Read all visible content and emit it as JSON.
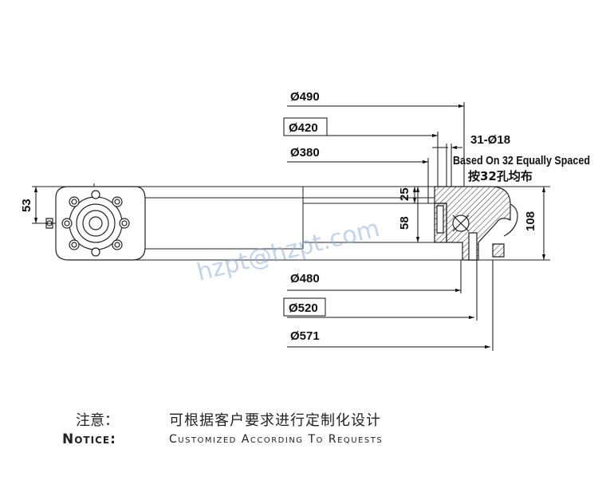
{
  "dimensions": {
    "d490": "Ø490",
    "d420": "Ø420",
    "d380": "Ø380",
    "holes": "31-Ø18",
    "holes_note_en": "Based On 32 Equally Spaced",
    "holes_note_cn": "按32孔均布",
    "h25": "25",
    "h58": "58",
    "h108": "108",
    "h53": "53",
    "d480": "Ø480",
    "d520": "Ø520",
    "d571": "Ø571"
  },
  "watermark": "hzpt@hzpt.com",
  "notice": {
    "label_cn": "注意：",
    "text_cn": "可根据客户要求进行定制化设计",
    "label_en": "Notice:",
    "text_en": "Customized According To Requests"
  }
}
